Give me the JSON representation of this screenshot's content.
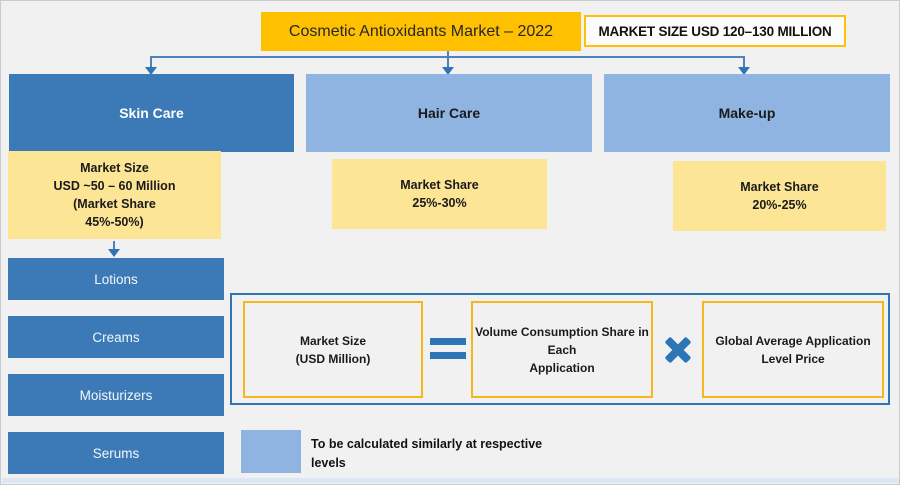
{
  "title": "Cosmetic Antioxidants Market – 2022",
  "market_size_badge": "MARKET SIZE USD 120–130 MILLION",
  "segments": {
    "skin_care": {
      "label": "Skin Care",
      "detail": "Market Size\nUSD ~50 – 60 Million\n(Market Share\n45%-50%)",
      "subcategories": [
        "Lotions",
        "Creams",
        "Moisturizers",
        "Serums"
      ]
    },
    "hair_care": {
      "label": "Hair Care",
      "detail": "Market Share\n25%-30%"
    },
    "make_up": {
      "label": "Make-up",
      "detail": "Market Share\n20%-25%"
    }
  },
  "formula": {
    "result": "Market Size\n(USD Million)",
    "equals_symbol": "=",
    "factor1": "Volume Consumption Share in\nEach\nApplication",
    "multiply_symbol": "✖",
    "factor2": "Global Average Application\nLevel Price"
  },
  "legend": {
    "note": "To be calculated similarly at respective\nlevels",
    "swatch_color": "#8FB4E2"
  },
  "colors": {
    "accent_gold": "#FFC000",
    "pale_yellow": "#FCE594",
    "dark_blue": "#3B79B7",
    "light_blue": "#8FB4E2",
    "connector_blue": "#2E75B6",
    "background": "#F1F1F2"
  }
}
